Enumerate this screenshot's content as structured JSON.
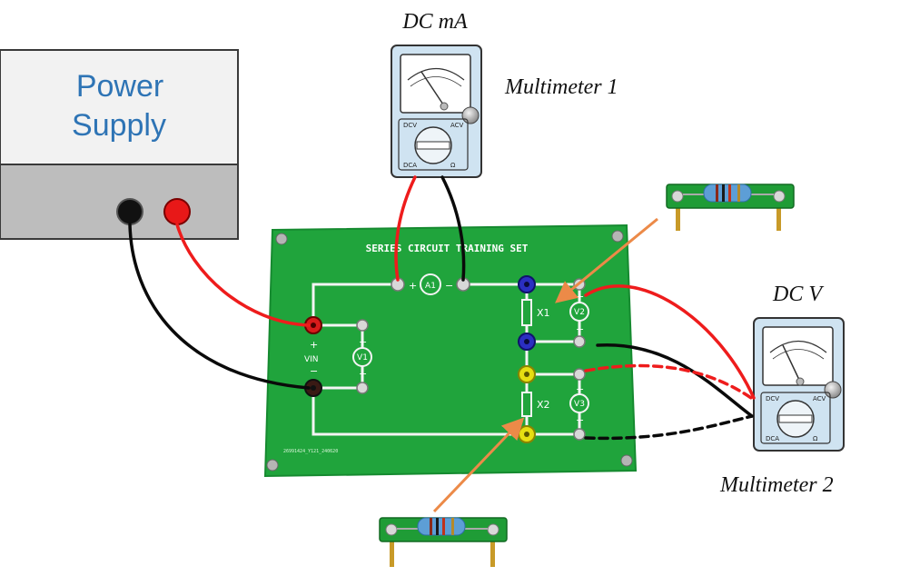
{
  "power_supply": {
    "title_line1": "Power",
    "title_line2": "Supply"
  },
  "multimeter1": {
    "mode_label": "DC mA",
    "name": "Multimeter 1"
  },
  "multimeter2": {
    "mode_label": "DC V",
    "name": "Multimeter 2"
  },
  "meter_dial": {
    "dcv": "DCV",
    "acv": "ACV",
    "dca": "DCA",
    "ohm": "Ω"
  },
  "board": {
    "title": "SERIES CIRCUIT TRAINING SET",
    "part_number": "26991424_Y121_240620",
    "a1_label": "A1",
    "v1_label": "V1",
    "v2_label": "V2",
    "v3_label": "V3",
    "vin_label": "VIN",
    "x1_label": "X1",
    "x2_label": "X2",
    "plus": "+",
    "minus": "−"
  },
  "colors": {
    "board": "#20a43c",
    "trace": "#f4f4f4",
    "psu_title": "#2e74b5",
    "meter_face": "#cfe3f1",
    "red_lead": "#ee1c1c",
    "black_lead": "#0a0a0a",
    "arrow": "#ec8a48"
  }
}
